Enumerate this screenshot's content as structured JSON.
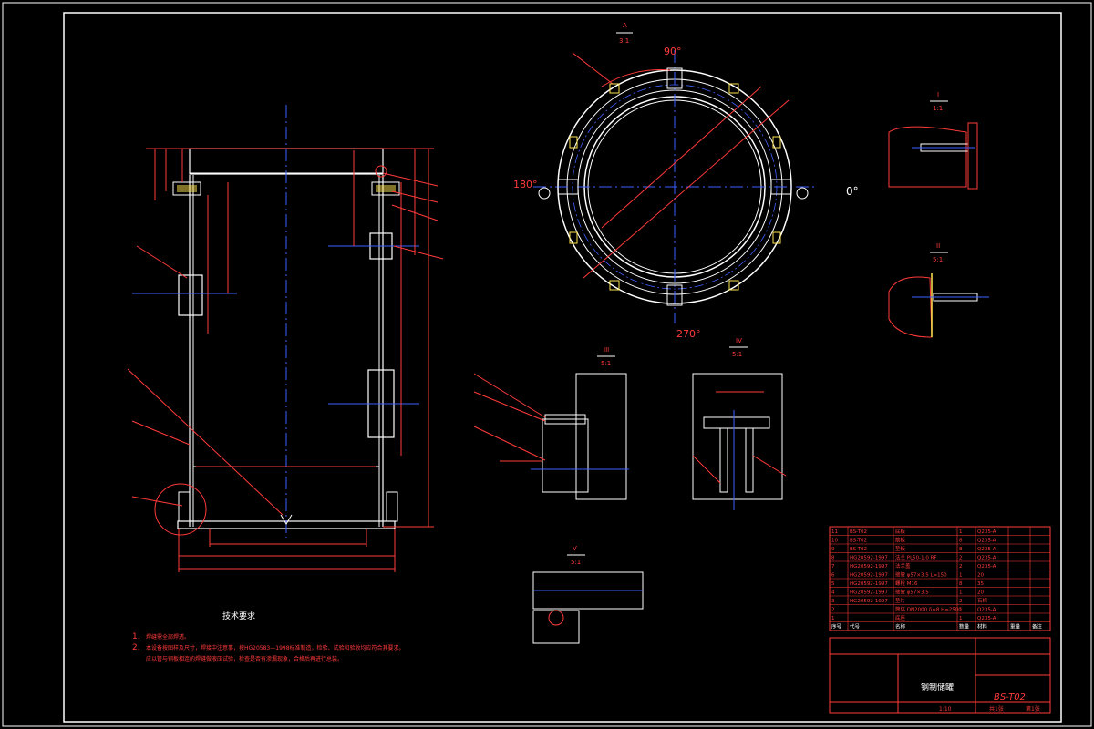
{
  "angles": {
    "a90": "90°",
    "a180": "180°",
    "a270": "270°",
    "a0": "0°"
  },
  "section_labels": {
    "A_num": "A",
    "A_den": "3:1",
    "I_num": "I",
    "I_den": "1:1",
    "II_num": "II",
    "II_den": "5:1",
    "III_num": "III",
    "III_den": "5:1",
    "IV_num": "IV",
    "IV_den": "5:1",
    "V_num": "V",
    "V_den": "5:1"
  },
  "notes": {
    "heading": "技术要求",
    "line1_num": "1.",
    "line1": "焊缝需全部焊透。",
    "line2_num": "2.",
    "line2": "本设备按图样及尺寸，焊接中注意事，按HG20583—1998标准制造，检验、试验和验收均应符合其要求。",
    "line3": "应以管与钢板相连的焊缝做液压试验，检查是否有渗漏现象，合格后再进行总装。"
  },
  "title_block": {
    "title": "钢制储罐",
    "drawing_no": "BS-T02",
    "scale": "1:10",
    "sheet": "共1张",
    "sheet_no": "第1张"
  },
  "bom_rows": [
    {
      "no": "11",
      "code": "BS-T02",
      "name": "底板",
      "qty": "1",
      "mat": "Q235-A"
    },
    {
      "no": "10",
      "code": "BS-T02",
      "name": "筋板",
      "qty": "8",
      "mat": "Q235-A"
    },
    {
      "no": "9",
      "code": "BS-T02",
      "name": "垫板",
      "qty": "8",
      "mat": "Q235-A"
    },
    {
      "no": "8",
      "code": "HG20592-1997",
      "name": "法兰 PL50-1.0 RF",
      "qty": "2",
      "mat": "Q235-A"
    },
    {
      "no": "7",
      "code": "HG20592-1997",
      "name": "法兰盖",
      "qty": "2",
      "mat": "Q235-A"
    },
    {
      "no": "6",
      "code": "HG20592-1997",
      "name": "接管 φ57×3.5 L=150",
      "qty": "1",
      "mat": "20"
    },
    {
      "no": "5",
      "code": "HG20592-1997",
      "name": "螺栓 M16",
      "qty": "8",
      "mat": "35"
    },
    {
      "no": "4",
      "code": "HG20592-1997",
      "name": "接管 φ57×3.5",
      "qty": "1",
      "mat": "20"
    },
    {
      "no": "3",
      "code": "HG20592-1997",
      "name": "垫片",
      "qty": "2",
      "mat": "石棉"
    },
    {
      "no": "2",
      "code": "",
      "name": "筒体 DN2000 δ=8 H=2500",
      "qty": "1",
      "mat": "Q235-A"
    },
    {
      "no": "1",
      "code": "",
      "name": "底座",
      "qty": "1",
      "mat": "Q235-A"
    }
  ],
  "bom_header": {
    "no": "序号",
    "code": "代号",
    "name": "名称",
    "qty": "数量",
    "mat": "材料",
    "weight": "重量",
    "remark": "备注"
  }
}
